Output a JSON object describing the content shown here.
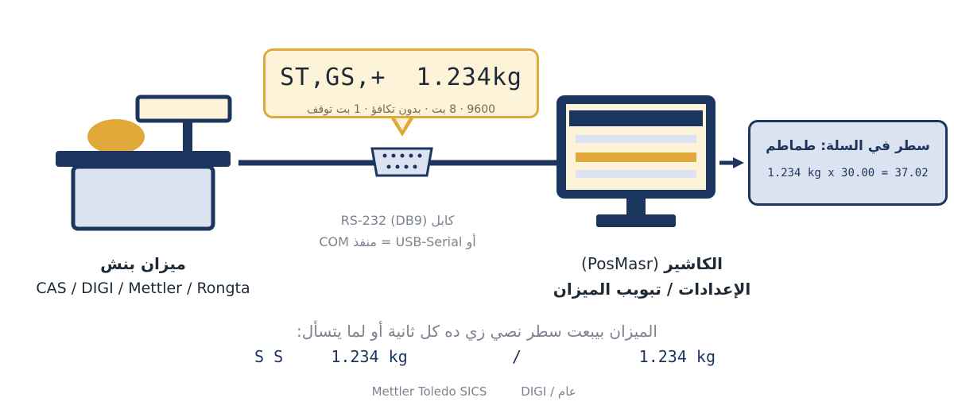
{
  "bubble": {
    "main": "ST,GS,+  1.234kg",
    "sub": "9600 · 8 بت · بدون تكافؤ · 1 بت توقف"
  },
  "cable": {
    "line1": "كابل RS-232 (DB9)",
    "line2": "أو USB-Serial = منفذ COM"
  },
  "scale": {
    "title": "ميزان بنش",
    "brands": "CAS / DIGI / Mettler / Rongta"
  },
  "cashier": {
    "title_bold": "الكاشير",
    "title_paren": "(PosMasr)",
    "path": "الإعدادات / تبويب الميزان"
  },
  "result": {
    "title": "سطر في السلة: طماطم",
    "calc": "1.234 kg x 30.00 = 37.02"
  },
  "note": {
    "text": "الميزان بيبعت سطر نصي زي ده كل ثانية أو لما يتسأل:",
    "example1": "S S     1.234 kg",
    "separator": "/",
    "example2": "1.234 kg",
    "caption1": "Mettler Toledo SICS",
    "caption2": "عام / DIGI"
  },
  "colors": {
    "navy": "#1b355e",
    "gold": "#e0a93a",
    "light_blue": "#dbe3f1",
    "cream": "#fdf3d8",
    "gray_text": "#7b8390"
  }
}
